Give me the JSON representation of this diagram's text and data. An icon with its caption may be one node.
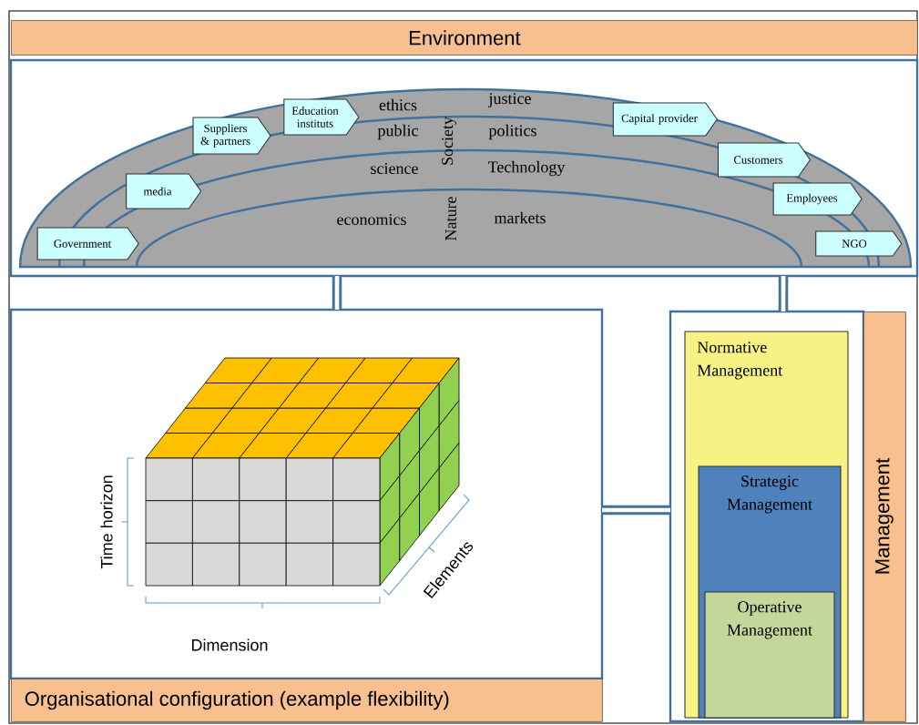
{
  "diagram": {
    "nodes": [
      {
        "text": [
          "Environment"
        ]
      },
      {
        "text": [
          "Education instituts"
        ],
        "in": 0
      },
      {
        "text": [
          "Capital provider"
        ],
        "in": 0
      },
      {
        "text": [
          "Suppliers & partners"
        ],
        "in": 0
      },
      {
        "text": [
          "Customers"
        ],
        "in": 0
      },
      {
        "text": [
          "media"
        ],
        "in": 0
      },
      {
        "text": [
          "Employees"
        ],
        "in": 0
      },
      {
        "text": [
          "Government"
        ],
        "in": 0
      },
      {
        "text": [
          "NGO"
        ],
        "in": 0
      },
      {
        "text": [
          "Organisational configuration (example flexibility)"
        ]
      },
      {
        "text": [
          "Management"
        ]
      },
      {
        "text": [
          "Normative Management"
        ],
        "in": 10
      },
      {
        "text": [
          "Strategic Management"
        ],
        "in": 11
      },
      {
        "text": [
          "Operative Management"
        ],
        "in": 12
      }
    ],
    "edges": [
      {
        "from": 0,
        "to": 9,
        "arrow": "none"
      },
      {
        "from": 0,
        "to": 10,
        "arrow": "none"
      },
      {
        "from": 9,
        "to": 10,
        "arrow": "none"
      }
    ],
    "labels": [
      "ethics",
      "justice",
      "public",
      "Society",
      "politics",
      "science",
      "Technology",
      "economics",
      "Nature",
      "markets",
      "Time horizon",
      "Elements",
      "Dimension"
    ]
  }
}
